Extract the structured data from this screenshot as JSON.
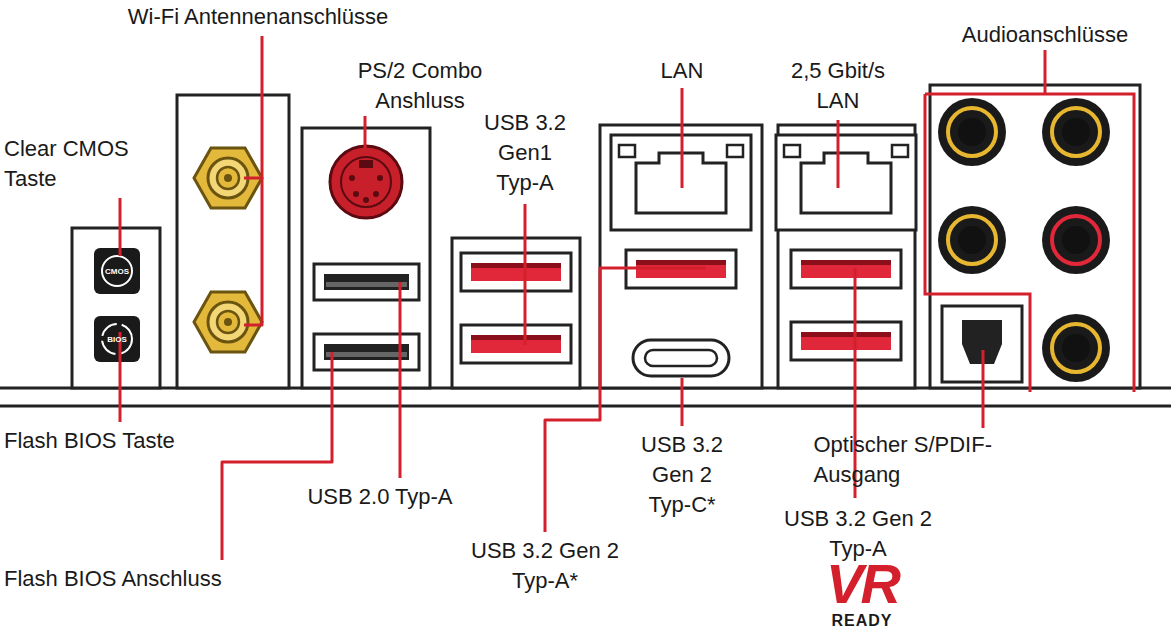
{
  "diagram": {
    "labels": [
      "Wi-Fi Antennenanschlüsse",
      "PS/2 Combo Anshluss",
      "USB 3.2 Gen1 Typ-A",
      "LAN",
      "2,5 Gbit/s LAN",
      "Audioanschlüsse",
      "Clear CMOS Taste",
      "Flash BIOS Taste",
      "USB 2.0 Typ-A",
      "Flash BIOS Anschluss",
      "USB 3.2 Gen 2 Typ-A*",
      "USB 3.2 Gen 2 Typ-C*",
      "USB 3.2 Gen 2 Typ-A",
      "Optischer S/PDIF-Ausgang",
      "VR",
      "READY",
      "CMOS",
      "BIOS"
    ]
  }
}
